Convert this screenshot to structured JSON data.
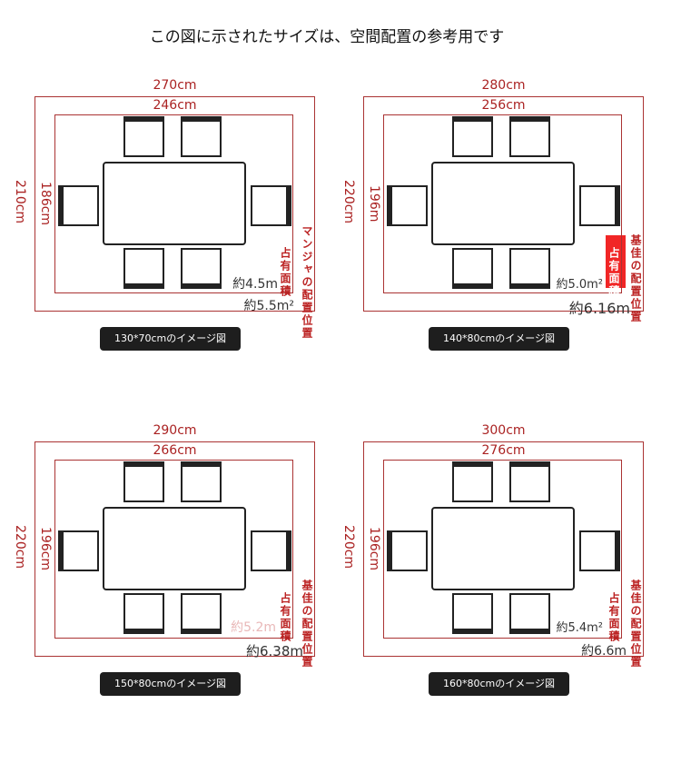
{
  "title": "この図に示されたサイズは、空間配置の参考用です",
  "panels": [
    {
      "outer_w": "270cm",
      "inner_w": "246cm",
      "outer_h": "210cm",
      "inner_h": "186cm",
      "area_use": "約4.5m",
      "area_total": "約5.5m²",
      "occupied": "占有面積",
      "placement": "マンジャの配置位置",
      "button": "130*70cmのイメージ図"
    },
    {
      "outer_w": "280cm",
      "inner_w": "256cm",
      "outer_h": "220cm",
      "inner_h": "196m",
      "area_use": "約5.0m²",
      "area_total": "約6.16m",
      "occupied": "占有面積",
      "placement": "基佳の配置位置",
      "button": "140*80cmのイメージ図"
    },
    {
      "outer_w": "290cm",
      "inner_w": "266cm",
      "outer_h": "220cm",
      "inner_h": "196cm",
      "area_use": "約5.2m",
      "area_total": "約6.38m",
      "occupied": "占有面積",
      "placement": "基佳の配置位置",
      "button": "150*80cmのイメージ図"
    },
    {
      "outer_w": "300cm",
      "inner_w": "276cm",
      "outer_h": "220cm",
      "inner_h": "196cm",
      "area_use": "約5.4m²",
      "area_total": "約6.6m",
      "occupied": "占有面積",
      "placement": "基佳の配置位置",
      "button": "160*80cmのイメージ図"
    }
  ]
}
